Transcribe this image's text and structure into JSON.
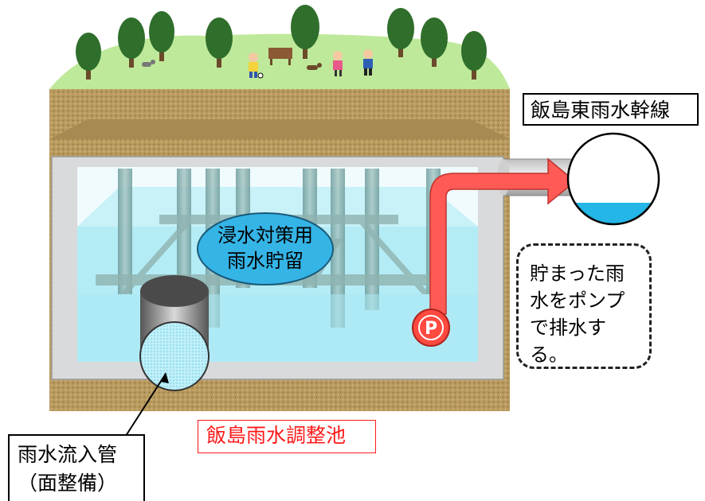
{
  "main_line_label": "飯島東雨水幹線",
  "storage_label": {
    "line1": "浸水対策用",
    "line2": "雨水貯留"
  },
  "pump_symbol": "P",
  "pump_note": {
    "line1": "貯まった雨",
    "line2": "水をポンプ",
    "line3": "で排水する。"
  },
  "inflow_label": {
    "line1": "雨水流入管",
    "line2": "（面整備）"
  },
  "pond_name": "飯島雨水調整池",
  "colors": {
    "grass": "#bfe99a",
    "soil": "#b99a5e",
    "concrete": "#d9dadb",
    "water": "#a9e9f4",
    "arrow": "#ff5a55",
    "pond_name_text": "#ff1a1a",
    "storage_ellipse": "#35b4e6",
    "pipe_water": "#23b6e6"
  }
}
